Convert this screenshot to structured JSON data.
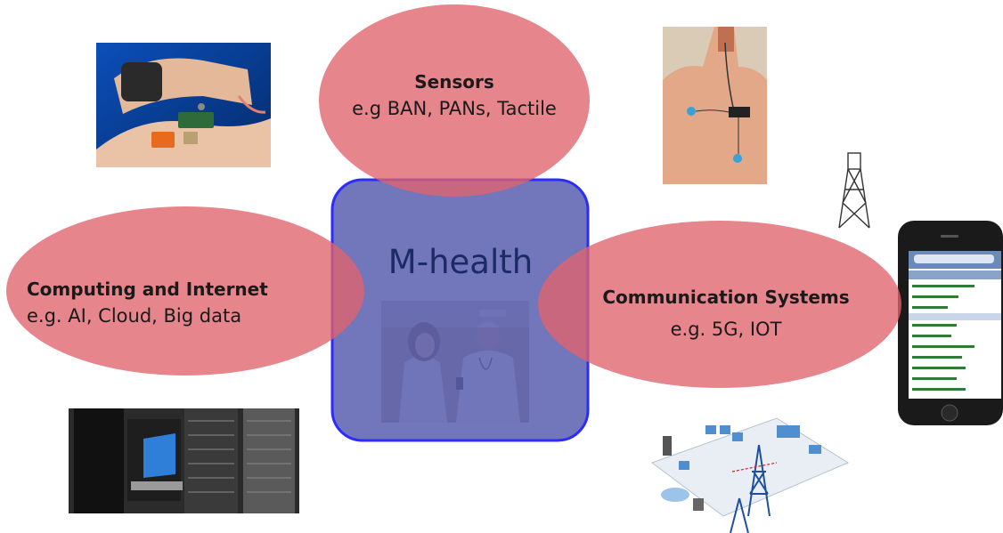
{
  "diagram": {
    "center": {
      "title": "M-health"
    },
    "nodes": [
      {
        "id": "sensors",
        "title": "Sensors",
        "subtitle": "e.g BAN, PANs, Tactile"
      },
      {
        "id": "computing",
        "title": "Computing and Internet",
        "subtitle": "e.g. AI, Cloud, Big data"
      },
      {
        "id": "communication",
        "title": "Communication Systems",
        "subtitle": "e.g. 5G, IOT"
      }
    ]
  },
  "colors": {
    "ellipse_fill": "#e0636b",
    "center_fill": "#5b5fb0",
    "center_border": "#2c2cff",
    "text": "#1a1a1a",
    "center_text": "#1c2a66"
  },
  "images": [
    {
      "name": "wearable-sensor-photo"
    },
    {
      "name": "chest-sensor-photo"
    },
    {
      "name": "cell-tower-icon"
    },
    {
      "name": "smartphone-photo"
    },
    {
      "name": "doctors-photo"
    },
    {
      "name": "server-rack-photo"
    },
    {
      "name": "network-diagram-image"
    }
  ]
}
